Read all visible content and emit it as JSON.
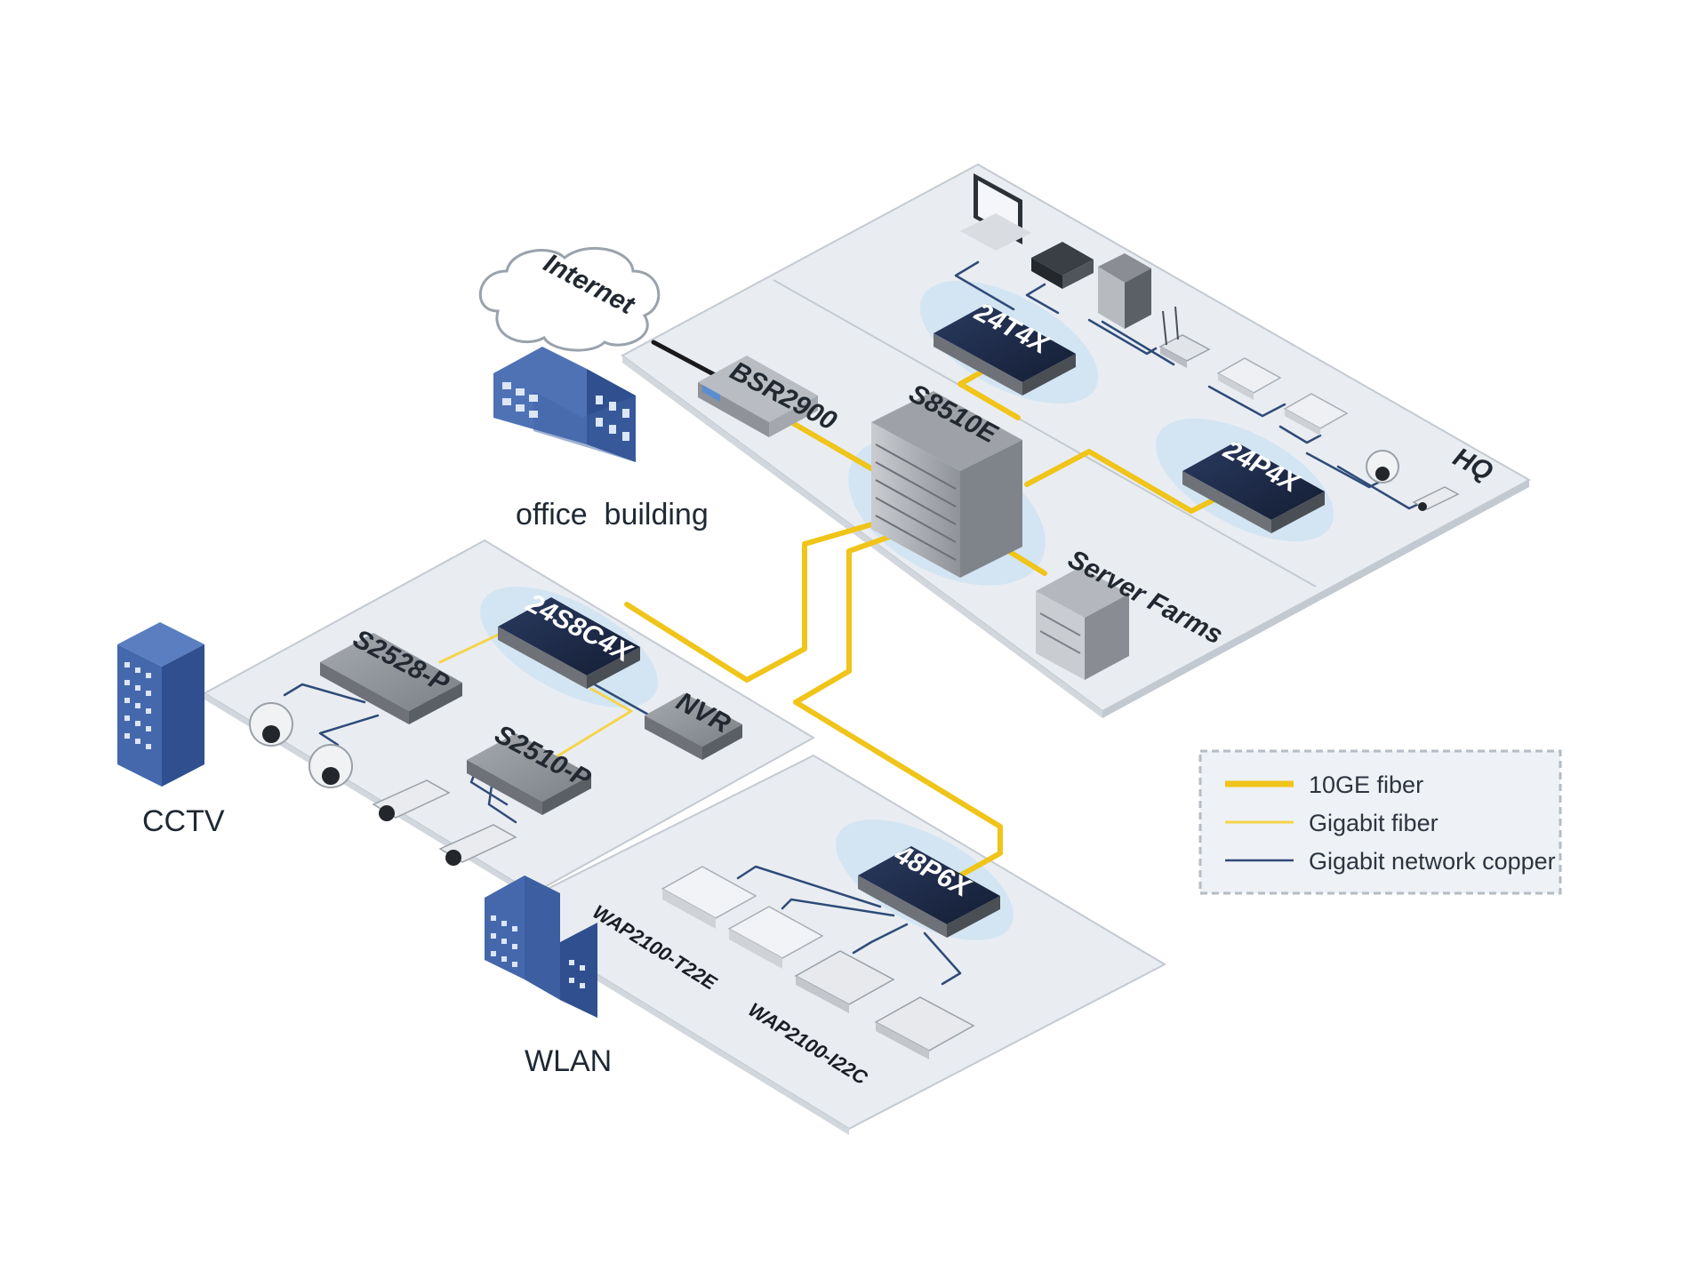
{
  "colors": {
    "fiber_10ge": "#f0c419",
    "fiber_gigabit": "#f5d44a",
    "copper": "#2f4b78",
    "switch_dark": "#1c2a4a",
    "switch_grey": "#8e9298",
    "platform": "#e9edf2",
    "building_blue": "#3f63a5",
    "glow": "#cfe3f3"
  },
  "labels": {
    "internet": "Internet",
    "office_building": "office  building",
    "cctv": "CCTV",
    "wlan": "WLAN",
    "hq": "HQ"
  },
  "devices": {
    "bsr2900": "BSR2900",
    "s8510e": "S8510E",
    "sw_24t4x": "24T4X",
    "sw_24p4x": "24P4X",
    "server_farms": "Server Farms",
    "sw_24s8c4x": "24S8C4X",
    "s2528p": "S2528-P",
    "s2510p": "S2510-P",
    "nvr": "NVR",
    "sw_48p6x": "48P6X",
    "wap_t22e": "WAP2100-T22E",
    "wap_i22c": "WAP2100-I22C"
  },
  "legend": {
    "items": [
      {
        "label": "10GE fiber",
        "type": "fiber_10ge"
      },
      {
        "label": "Gigabit fiber",
        "type": "fiber_gigabit"
      },
      {
        "label": "Gigabit network copper",
        "type": "copper"
      }
    ]
  },
  "icons": [
    "cloud-icon",
    "office-building-icon",
    "tower-building-icon",
    "monitor-icon",
    "printer-icon",
    "pc-tower-icon",
    "router-icon",
    "access-point-icon",
    "dome-camera-icon",
    "bullet-camera-icon",
    "server-icon"
  ]
}
